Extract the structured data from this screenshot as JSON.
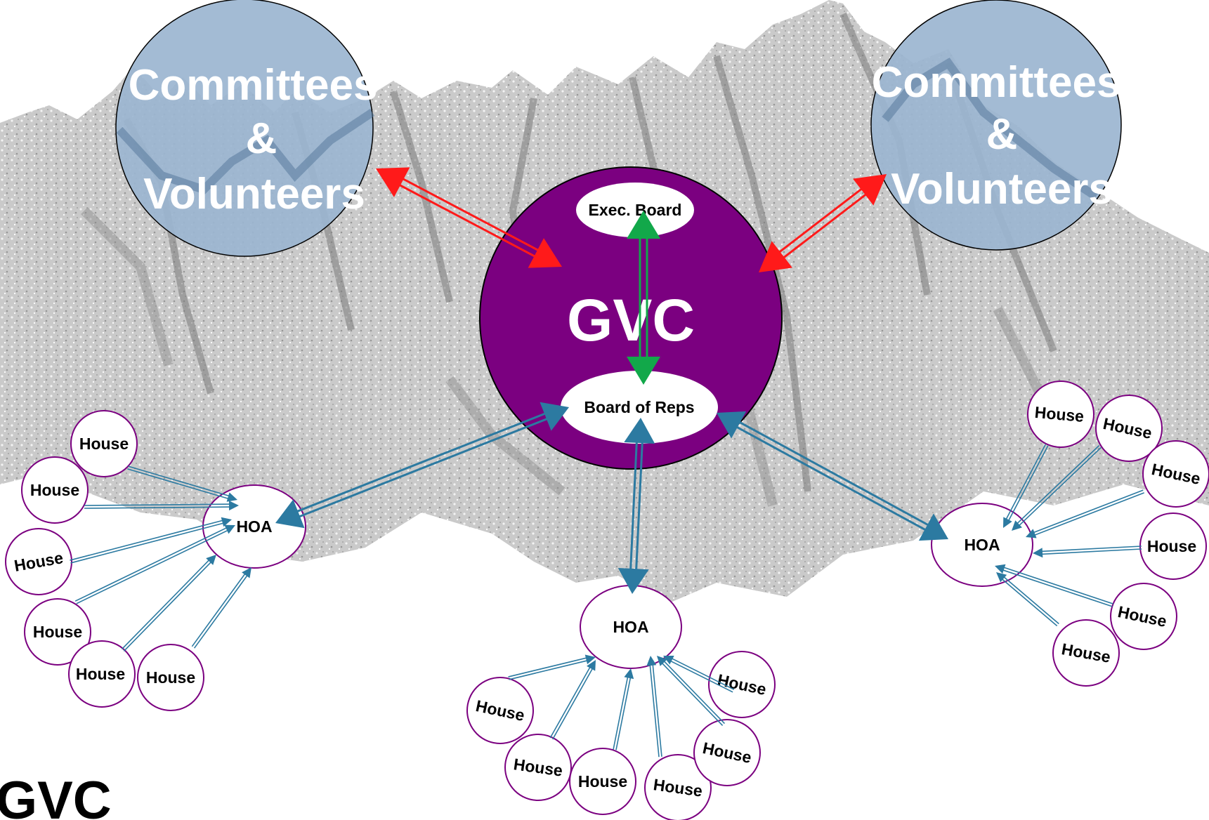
{
  "colors": {
    "committee_fill": "#9bb5d0",
    "gvc_fill": "#7b0080",
    "red_arrow": "#ff1a1a",
    "green_arrow": "#12a84a",
    "blue_arrow": "#2c7aa1",
    "house_stroke": "#7b0080",
    "mountain_gray": "#a0a0a0"
  },
  "committees_left": {
    "line1": "Committees",
    "line2": "&",
    "line3": "Volunteers"
  },
  "committees_right": {
    "line1": "Committees",
    "line2": "&",
    "line3": "Volunteers"
  },
  "gvc": {
    "label": "GVC",
    "exec_board": "Exec. Board",
    "board_of_reps": "Board of Reps"
  },
  "hoa_left": {
    "label": "HOA",
    "houses": [
      "House",
      "House",
      "House",
      "House",
      "House",
      "House"
    ]
  },
  "hoa_center": {
    "label": "HOA",
    "houses": [
      "House",
      "House",
      "House",
      "House",
      "House",
      "House"
    ]
  },
  "hoa_right": {
    "label": "HOA",
    "houses": [
      "House",
      "House",
      "House",
      "House",
      "House",
      "House"
    ]
  },
  "logo": {
    "text": "GVC"
  }
}
